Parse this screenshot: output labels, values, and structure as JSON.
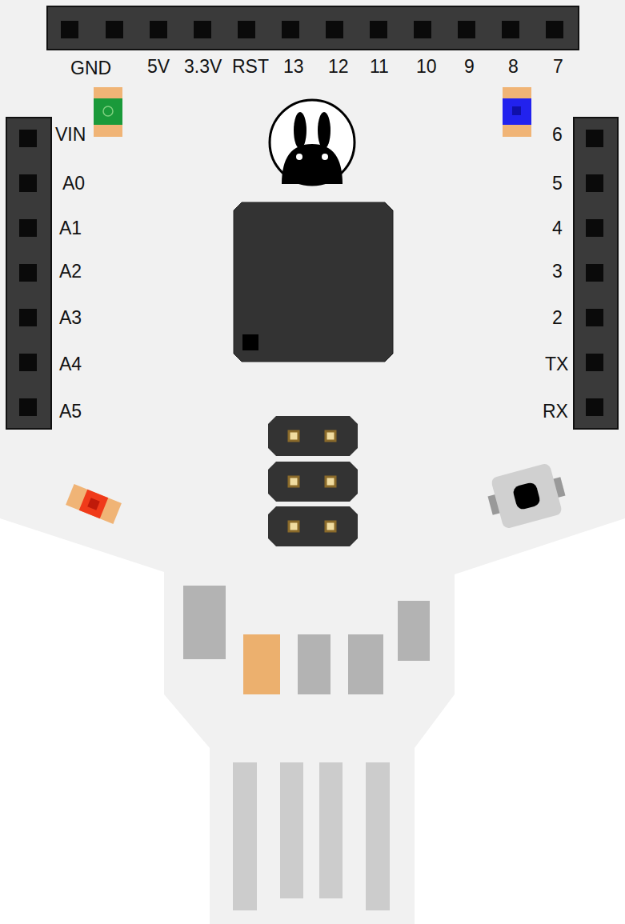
{
  "diagram": {
    "labels": [
      "GND",
      "5V",
      "3.3V",
      "RST",
      "13",
      "12",
      "11",
      "10",
      "9",
      "8",
      "7",
      "VIN",
      "A0",
      "A1",
      "A2",
      "A3",
      "A4",
      "A5",
      "6",
      "5",
      "4",
      "3",
      "2",
      "TX",
      "RX"
    ]
  }
}
